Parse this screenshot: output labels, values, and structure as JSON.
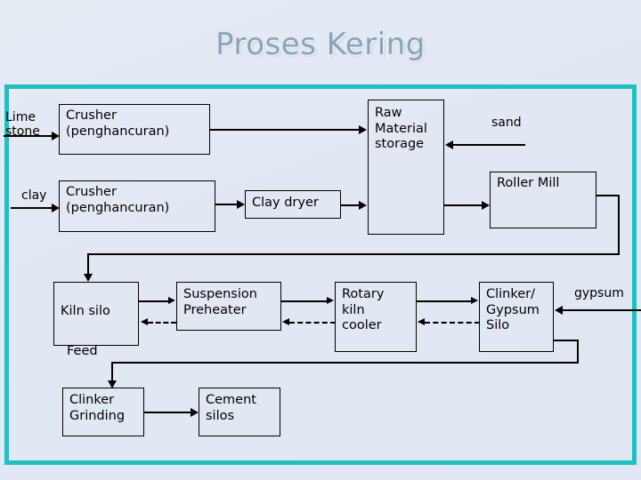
{
  "slide": {
    "title": "Proses Kering",
    "title_color": "#8ba3b8",
    "background_color": "#e3eaf3",
    "frame_color": "#1fc0c4"
  },
  "diagram": {
    "type": "process-flow",
    "nodes": [
      {
        "id": "crusher_lime",
        "label": "Crusher\n(penghancuran)"
      },
      {
        "id": "crusher_clay",
        "label": "Crusher\n(penghancuran)"
      },
      {
        "id": "clay_dryer",
        "label": "Clay dryer"
      },
      {
        "id": "raw_storage",
        "label": "Raw\nMaterial\nstorage"
      },
      {
        "id": "roller_mill",
        "label": "Roller Mill"
      },
      {
        "id": "kiln_silo",
        "label": "Kiln silo"
      },
      {
        "id": "kiln_silo_2",
        "label": "Feed"
      },
      {
        "id": "preheater",
        "label": "Suspension\nPreheater"
      },
      {
        "id": "rotary_kiln",
        "label": "Rotary\nkiln\ncooler"
      },
      {
        "id": "clinker_silo",
        "label": "Clinker/\nGypsum\nSilo"
      },
      {
        "id": "clinker_grind",
        "label": "Clinker\nGrinding"
      },
      {
        "id": "cement_silos",
        "label": "Cement\nsilos"
      }
    ],
    "input_labels": [
      {
        "id": "limestone",
        "label": "Lime\nstone"
      },
      {
        "id": "clay",
        "label": "clay"
      },
      {
        "id": "sand",
        "label": "sand"
      },
      {
        "id": "gypsum",
        "label": "gypsum"
      }
    ],
    "edges": [
      {
        "from": "crusher_lime",
        "to": "raw_storage",
        "style": "solid"
      },
      {
        "from": "crusher_clay",
        "to": "clay_dryer",
        "style": "solid"
      },
      {
        "from": "clay_dryer",
        "to": "raw_storage",
        "style": "solid"
      },
      {
        "from": "raw_storage",
        "to": "roller_mill",
        "style": "solid"
      },
      {
        "from": "roller_mill",
        "to": "kiln_silo",
        "style": "solid"
      },
      {
        "from": "kiln_silo",
        "to": "preheater",
        "style": "solid"
      },
      {
        "from": "preheater",
        "to": "kiln_silo",
        "style": "dashed"
      },
      {
        "from": "preheater",
        "to": "rotary_kiln",
        "style": "solid"
      },
      {
        "from": "rotary_kiln",
        "to": "preheater",
        "style": "dashed"
      },
      {
        "from": "rotary_kiln",
        "to": "clinker_silo",
        "style": "solid"
      },
      {
        "from": "clinker_silo",
        "to": "rotary_kiln",
        "style": "dashed"
      },
      {
        "from": "clinker_silo",
        "to": "clinker_grind",
        "style": "solid"
      },
      {
        "from": "clinker_grind",
        "to": "cement_silos",
        "style": "solid"
      },
      {
        "from": "sand",
        "to": "raw_storage",
        "style": "solid"
      },
      {
        "from": "gypsum",
        "to": "clinker_silo",
        "style": "solid"
      },
      {
        "from": "limestone",
        "to": "crusher_lime",
        "style": "solid"
      },
      {
        "from": "clay",
        "to": "crusher_clay",
        "style": "solid"
      }
    ]
  }
}
